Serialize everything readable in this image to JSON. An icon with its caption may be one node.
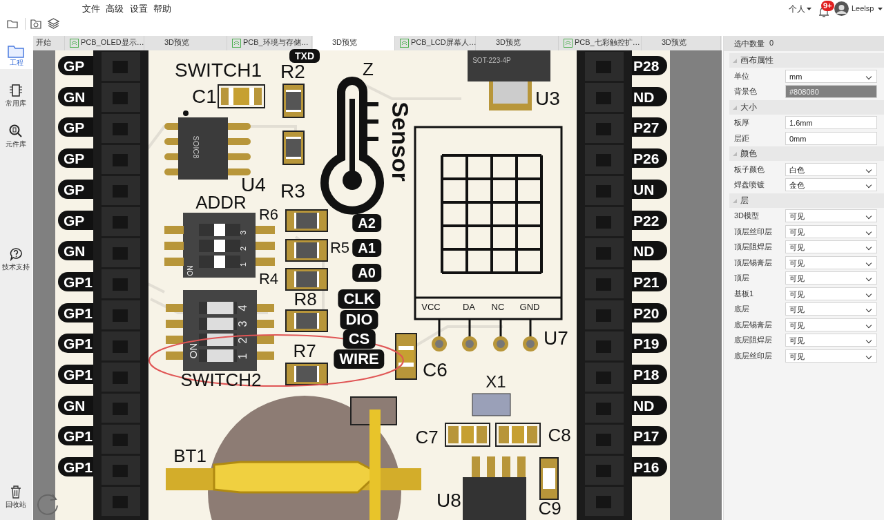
{
  "diagram": {
    "labels": [
      "文件",
      "高级",
      "设置",
      "帮助",
      "个人",
      "9+",
      "Leelsp",
      "开始",
      "PCB_OLED显示…",
      "3D预览",
      "PCB_环境与存储…",
      "3D预览",
      "PCB_LCD屏幕人…",
      "3D预览",
      "PCB_七彩触控扩…",
      "3D预览",
      "选中数量",
      "0",
      "工程",
      "常用库",
      "元件库",
      "技术支持",
      "回收站",
      "TXD",
      "SWITCH1",
      "R2",
      "Z",
      "SOT-223-4P",
      "C1",
      "U3",
      "Sensor",
      "SOIC8",
      "U4",
      "R3",
      "ADDR",
      "R6",
      "A2",
      "R5",
      "A1",
      "3",
      "2",
      "1",
      "ON",
      "A0",
      "R4",
      "R8",
      "CLK",
      "DIO",
      "CS",
      "WIRE",
      "4",
      "3",
      "2",
      "1",
      "ON",
      "VCC",
      "DA",
      "NC",
      "GND",
      "U7",
      "R7",
      "C6",
      "SWITCH2",
      "X1",
      "C7",
      "C8",
      "BT1",
      "U8",
      "C9",
      "GP",
      "GN",
      "GP",
      "GP",
      "GP",
      "GP",
      "GN",
      "GP1",
      "GP1",
      "GP1",
      "GP1",
      "GN",
      "GP1",
      "GP1",
      "P28",
      "ND",
      "P27",
      "P26",
      "UN",
      "P22",
      "ND",
      "P21",
      "P20",
      "P19",
      "P18",
      "ND",
      "P17",
      "P16",
      "画布属性",
      "单位",
      "mm",
      "背景色",
      "#808080",
      "大小",
      "板厚",
      "1.6mm",
      "层距",
      "0mm",
      "颜色",
      "板子颜色",
      "白色",
      "焊盘喷镀",
      "金色",
      "层",
      "3D模型",
      "可见",
      "顶层丝印层",
      "可见",
      "顶层阻焊层",
      "可见",
      "顶层锡膏层",
      "可见",
      "顶层",
      "可见",
      "基板1",
      "可见",
      "底层",
      "可见",
      "底层锡膏层",
      "可见",
      "底层阻焊层",
      "可见",
      "底层丝印层",
      "可见"
    ]
  }
}
